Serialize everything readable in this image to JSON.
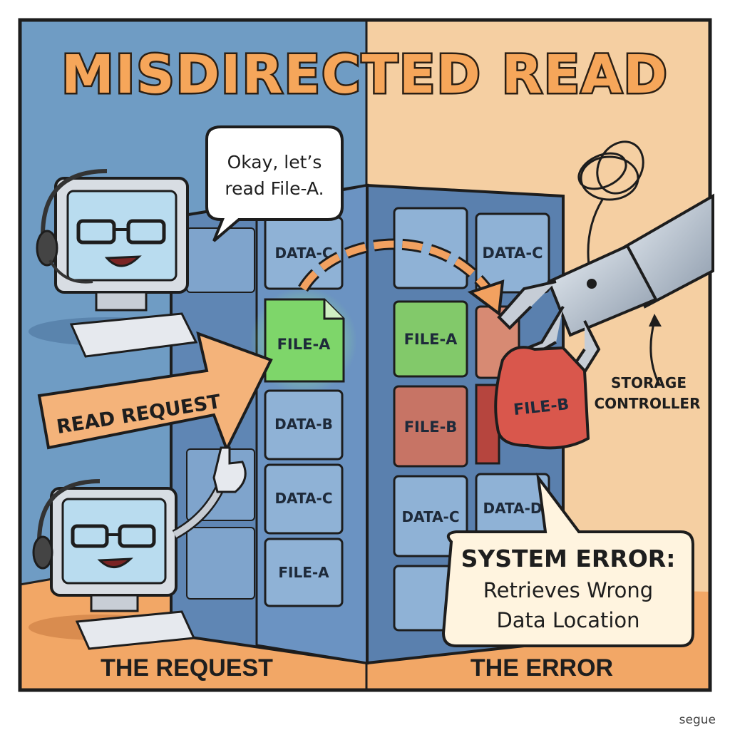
{
  "title": "MISDIRECTED READ",
  "left_panel": {
    "caption": "THE REQUEST",
    "speech": {
      "line1": "Okay, let’s",
      "line2": "read File-A."
    },
    "request_arrow_label": "READ REQUEST"
  },
  "right_panel": {
    "caption": "THE ERROR",
    "controller_label": {
      "line1": "STORAGE",
      "line2": "CONTROLLER"
    },
    "error_box": {
      "line1": "SYSTEM ERROR:",
      "line2": "Retrieves Wrong",
      "line3": "Data Location"
    }
  },
  "server_left": {
    "slots": [
      "DATA-C",
      "FILE-A",
      "DATA-B",
      "DATA-C",
      "FILE-A"
    ],
    "highlighted": "FILE-A"
  },
  "server_right": {
    "slots": [
      "DATA-C",
      "FILE-A",
      "FILE-B",
      "DATA-C",
      "DATA-D"
    ],
    "grabbed": "FILE-B"
  },
  "watermark": "segue",
  "colors": {
    "left_bg": "#6f9cc4",
    "right_bg": "#f5cfa2",
    "floor": "#f2a766",
    "title_fill": "#f6a65a",
    "file_a_green": "#7ed66a",
    "file_b_red": "#d9574c",
    "server": "#5f86b4"
  }
}
